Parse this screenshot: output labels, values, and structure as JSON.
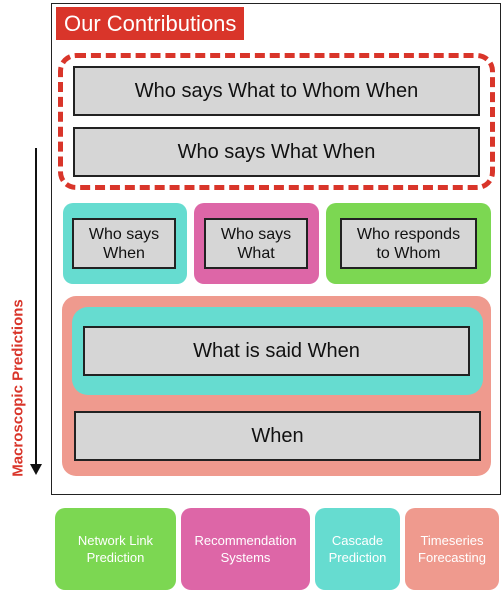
{
  "title": "Our Contributions",
  "top_boxes": [
    "Who says What to Whom When",
    "Who says What When"
  ],
  "mid_boxes": [
    {
      "line1": "Who says",
      "line2": "When"
    },
    {
      "line1": "Who says",
      "line2": "What"
    },
    {
      "line1": "Who responds",
      "line2": "to Whom"
    }
  ],
  "inner_box": "What is said When",
  "when_box": "When",
  "axis_label": "Macroscopic Predictions",
  "applications": [
    {
      "line1": "Network Link",
      "line2": "Prediction"
    },
    {
      "line1": "Recommendation",
      "line2": "Systems"
    },
    {
      "line1": "Cascade",
      "line2": "Prediction"
    },
    {
      "line1": "Timeseries",
      "line2": "Forecasting"
    }
  ],
  "colors": {
    "red": "#d9352a",
    "teal": "#66dcd0",
    "pink": "#dd66a7",
    "green": "#7cd752",
    "salmon": "#ef9a8e",
    "gray": "#d6d6d6"
  }
}
